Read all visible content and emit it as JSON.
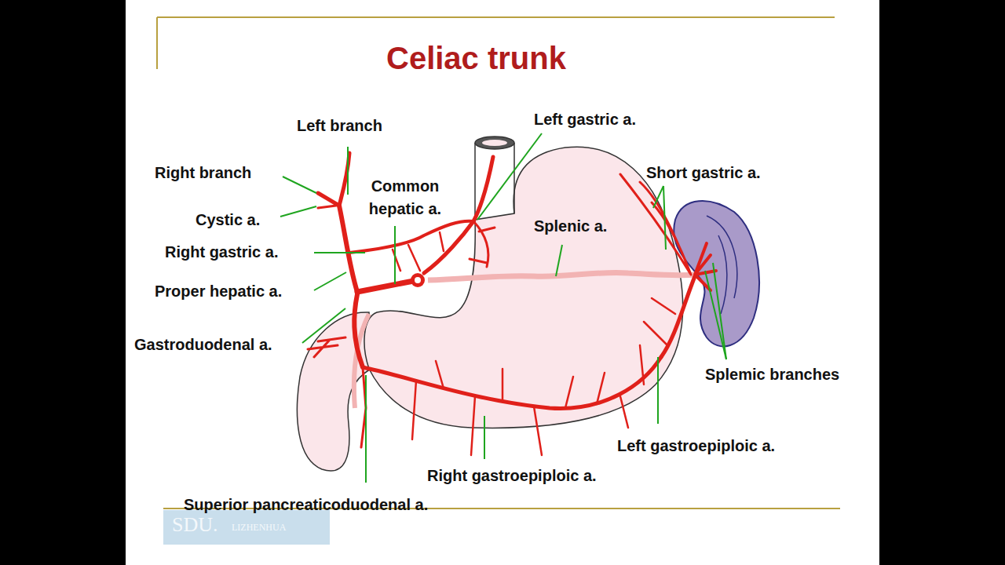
{
  "diagram": {
    "title": "Celiac trunk",
    "labels": [
      "Left branch",
      "Left gastric a.",
      "Right branch",
      "Short gastric a.",
      "Common hepatic a.",
      "Cystic a.",
      "Splenic a.",
      "Right gastric a.",
      "Proper hepatic a.",
      "Gastroduodenal a.",
      "Splemic branches",
      "Left gastroepiploic a.",
      "Right gastroepiploic a.",
      "Superior pancreaticoduodenal a.",
      "SDU.",
      "LIZHENHUA"
    ]
  }
}
